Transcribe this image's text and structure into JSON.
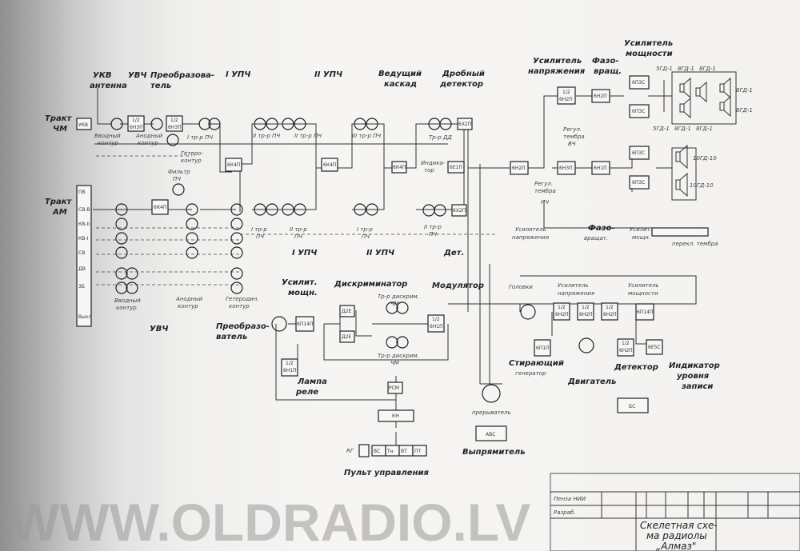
{
  "headings": {
    "ukv_antenna": [
      "УКВ",
      "антенна"
    ],
    "uvch": "УВЧ",
    "converter": [
      "Преобразова-",
      "тель"
    ],
    "upch1": "I УПЧ",
    "upch2": "II УПЧ",
    "lead_stage": [
      "Ведущий",
      "каскад"
    ],
    "ratio_detector": [
      "Дробный",
      "детектор"
    ],
    "voltage_amp": [
      "Усилитель",
      "напряжения"
    ],
    "phase_inv": [
      "Фазо-",
      "вращ."
    ],
    "power_amp": [
      "Усилитель",
      "мощности"
    ],
    "fm_path": [
      "Тракт",
      "ЧМ"
    ],
    "am_path": [
      "Тракт",
      "АМ"
    ]
  },
  "band_switch": [
    "УКВ",
    "ПВ",
    "СВ-В",
    "КВ-II",
    "КВ-I",
    "СВ",
    "ДВ",
    "ЗБ",
    "Выкл"
  ],
  "small_labels": {
    "input_circuit": [
      "Вводный",
      "контур"
    ],
    "anode_circuit": [
      "Анодный",
      "контур"
    ],
    "heterodyne_circuit": [
      "Гетеро-",
      "контур"
    ],
    "if_filter": [
      "Фильтр",
      "ПЧ"
    ],
    "if_trans1": "I тр-р ПЧ",
    "if_trans2": "II тр-р ПЧ",
    "if_trans3": "III тр-р ПЧ",
    "ratio_trans": "Тр-р ДД",
    "indicator": [
      "Индика-",
      "тор"
    ],
    "tone_hf": [
      "Регул.",
      "тембра",
      "ВЧ"
    ],
    "tone_lf": [
      "Регул.",
      "тембра",
      "НЧ"
    ],
    "am_trans1": [
      "I тр-р",
      "ПЧ"
    ],
    "am_trans2": [
      "II тр-р",
      "ПЧ"
    ],
    "spk_top": [
      "5ГД-1",
      "8ГД-1",
      "8ГД-1"
    ],
    "spk_bot": [
      "5ГД-1",
      "8ГД-1",
      "8ГД-1"
    ],
    "spk_right1": "8ГД-1",
    "spk_right2": "8ГД-1",
    "spk_lf1": "10ГД-10",
    "spk_lf2": "10ГД-10",
    "tone_switch": "перекл. тембра",
    "disc_trans1": [
      "Тр-р дискрим.",
      "ЧМ"
    ],
    "disc_trans2": [
      "Тр-р дискрим.",
      "ЧМ"
    ],
    "rg": "RГ"
  },
  "section_labels": {
    "upch1_am": "I УПЧ",
    "upch2_am": "II УПЧ",
    "det": "Дет.",
    "va2": [
      "Усилитель",
      "напряжения"
    ],
    "phase2": [
      "Фазо-",
      "вращат."
    ],
    "pa2": [
      "Усилит.",
      "мощн."
    ],
    "power_amp_small": [
      "Усилит.",
      "мощн."
    ],
    "discriminator": "Дискриминатор",
    "modulator": "Модулятор",
    "heads": "Головки",
    "rec_va": [
      "Усилитель",
      "напряжения"
    ],
    "rec_pa": [
      "Усилитель",
      "мощности"
    ],
    "uvch_bottom": "УВЧ",
    "converter_bottom": [
      "Преобразо-",
      "ватель"
    ],
    "input_bottom": [
      "Вводный",
      "контур"
    ],
    "anode_bottom": [
      "Анодный",
      "контур"
    ],
    "het_bottom": [
      "Гетеродин.",
      "контур"
    ],
    "lamp_relay": [
      "Лампа",
      "реле"
    ],
    "chopper": "прерыватель",
    "rectifier": "Выпрямитель",
    "control_panel": "Пульт управления",
    "erase_gen": [
      "Стирающий",
      "генератор"
    ],
    "motor": "Двигатель",
    "detector": "Детектор",
    "level_indicator": [
      "Индикатор",
      "уровня",
      "записи"
    ]
  },
  "tubes": {
    "uvch_fm": [
      "1/2",
      "6Н3П"
    ],
    "conv_fm": [
      "1/2",
      "6Н3П"
    ],
    "if1": "6К4П",
    "if2": "6К4П",
    "lead": "6К4П",
    "ratio1": "6Х2П",
    "ind": "6Е1П",
    "ratio2": "6Х2П",
    "vk4p": "6К4П",
    "af_pre": "6Н2П",
    "va_top": [
      "1/2",
      "6Н2П"
    ],
    "phase_top": "6Н2П",
    "pa_top1": "6П3С",
    "pa_top2": "6П3С",
    "va_bot": "6Н3П",
    "phase_bot": "6Н1П",
    "pa_bot1": "6П3С",
    "pa_bot2": "6П3С",
    "pa_small": "6П14П",
    "d2e_1": "Д2Е",
    "d2e_2": "Д2Е",
    "mod": [
      "1/2",
      "6Н1П"
    ],
    "relay": [
      "1/2",
      "6Н1П"
    ],
    "rsm": "РСМ",
    "kn": "КН",
    "rec1": [
      "1/2",
      "6Н2П"
    ],
    "rec2": [
      "1/2",
      "6Н2П"
    ],
    "rec3": [
      "1/2",
      "6Н2П"
    ],
    "rec_pa": "6П14П",
    "erase": "6П1П",
    "det_tube": [
      "1/2",
      "6Н2П"
    ],
    "ind_tube": "6Е5С",
    "bs": "БС",
    "abc": "АВС",
    "panel": [
      "ВС",
      "Тн",
      "ВТ",
      "ПТ"
    ]
  },
  "watermark": "WWW.OLDRADIO.LV",
  "title_block": {
    "rows": [
      "Пенза НИИ",
      "Разраб."
    ],
    "title": [
      "Скелетная схе-",
      "ма радиолы",
      "„Алмаз\""
    ]
  }
}
